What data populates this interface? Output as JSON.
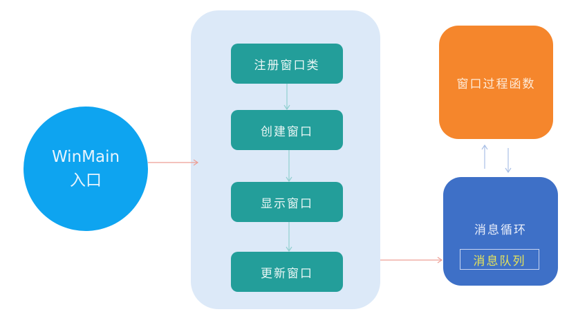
{
  "diagram": {
    "entry": {
      "line1": "WinMain",
      "line2": "入口"
    },
    "steps": [
      {
        "label": "注册窗口类"
      },
      {
        "label": "创建窗口"
      },
      {
        "label": "显示窗口"
      },
      {
        "label": "更新窗口"
      }
    ],
    "window_proc": {
      "label": "窗口过程函数"
    },
    "message_loop": {
      "label": "消息循环",
      "queue_label": "消息队列"
    },
    "connections": [
      {
        "from": "WinMain入口",
        "to": "panel"
      },
      {
        "from": "注册窗口类",
        "to": "创建窗口"
      },
      {
        "from": "创建窗口",
        "to": "显示窗口"
      },
      {
        "from": "显示窗口",
        "to": "更新窗口"
      },
      {
        "from": "panel",
        "to": "消息循环"
      },
      {
        "from": "消息循环",
        "to": "窗口过程函数"
      },
      {
        "from": "窗口过程函数",
        "to": "消息循环"
      }
    ]
  },
  "colors": {
    "entry_circle": "#0ea4f0",
    "panel_bg": "#dce9f8",
    "step_bg": "#239e9a",
    "orange_box": "#f5862c",
    "blue_box": "#3e70c7",
    "queue_text": "#e6e35a",
    "red_arrow": "#ee9d93",
    "teal_arrow": "#8fcfcf",
    "blue_arrow": "#a9bfe6"
  }
}
